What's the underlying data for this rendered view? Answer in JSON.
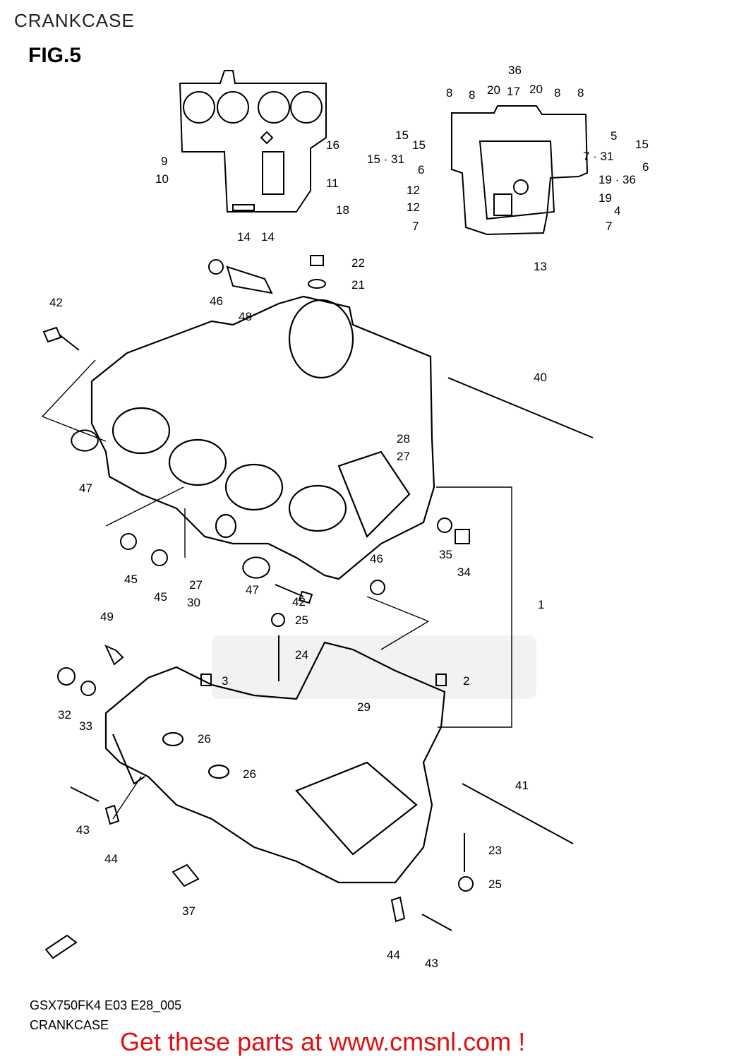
{
  "header": {
    "title": "CRANKCASE"
  },
  "figure": {
    "label": "FIG.5"
  },
  "callouts": [
    "36",
    "8",
    "8",
    "20",
    "17",
    "20",
    "8",
    "8",
    "15",
    "15",
    "5",
    "15",
    "15 · 31",
    "7 · 31",
    "6",
    "6",
    "19 · 36",
    "12",
    "19",
    "12",
    "4",
    "7",
    "7",
    "13",
    "16",
    "9",
    "11",
    "10",
    "18",
    "14",
    "14",
    "22",
    "21",
    "46",
    "48",
    "42",
    "40",
    "28",
    "27",
    "47",
    "35",
    "34",
    "45",
    "46",
    "45",
    "27",
    "47",
    "42",
    "30",
    "1",
    "49",
    "25",
    "24",
    "3",
    "2",
    "32",
    "33",
    "29",
    "26",
    "26",
    "41",
    "43",
    "44",
    "23",
    "25",
    "37",
    "44",
    "43"
  ],
  "footer": {
    "model_code": "GSX750FK4 E03 E28_005",
    "section_name": "CRANKCASE",
    "cta_text": "Get these parts at www.cmsnl.com !"
  },
  "colors": {
    "cta": "#e01010",
    "line": "#000000"
  }
}
